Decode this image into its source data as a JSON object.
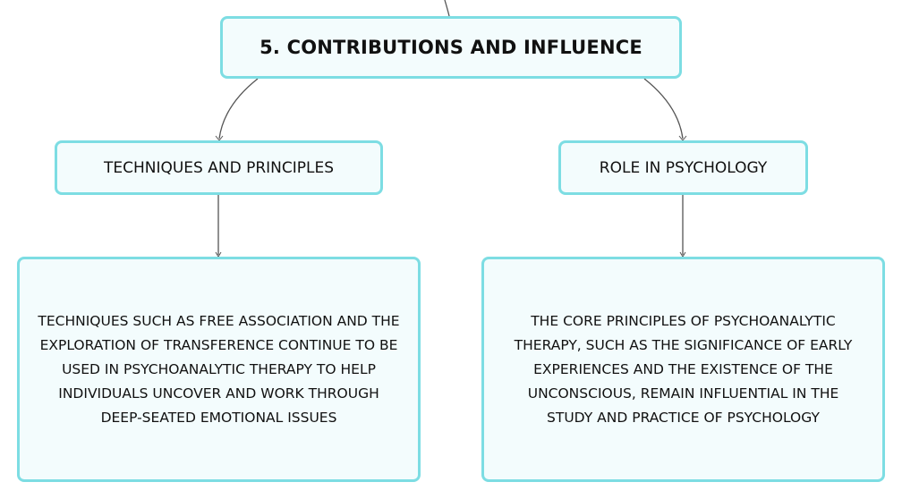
{
  "root": {
    "title": "5. CONTRIBUTIONS AND INFLUENCE"
  },
  "branches": [
    {
      "label": "TECHNIQUES AND PRINCIPLES",
      "detail_lines": [
        "TECHNIQUES SUCH AS FREE ASSOCIATION AND THE",
        "EXPLORATION OF TRANSFERENCE CONTINUE TO BE",
        "USED IN PSYCHOANALYTIC THERAPY TO HELP",
        "INDIVIDUALS UNCOVER AND WORK THROUGH",
        "DEEP-SEATED EMOTIONAL ISSUES"
      ]
    },
    {
      "label": "ROLE IN PSYCHOLOGY",
      "detail_lines": [
        "THE CORE PRINCIPLES OF PSYCHOANALYTIC",
        "THERAPY, SUCH AS THE SIGNIFICANCE OF EARLY",
        "EXPERIENCES AND THE EXISTENCE OF THE",
        "UNCONSCIOUS, REMAIN INFLUENTIAL IN THE",
        "STUDY AND PRACTICE OF PSYCHOLOGY"
      ]
    }
  ],
  "colors": {
    "node_border": "#7ddde3",
    "node_fill": "#f3fcfd",
    "connector": "#555555",
    "text": "#111111"
  }
}
